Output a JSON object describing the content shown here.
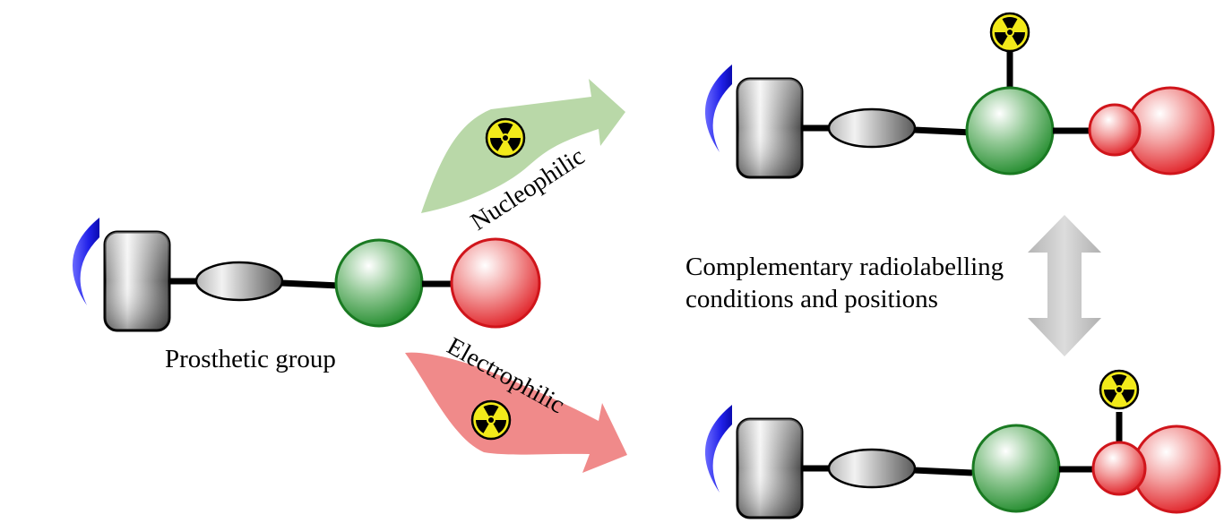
{
  "labels": {
    "prosthetic_group": "Prosthetic group",
    "nucleophilic": "Nucleophilic",
    "electrophilic": "Electrophilic",
    "complementary_line1": "Complementary radiolabelling",
    "complementary_line2": "conditions and positions"
  },
  "colors": {
    "nucleophilic_arrow": "#b9d8a8",
    "electrophilic_arrow": "#f08a8a",
    "double_arrow": "#c8c8c8",
    "vector_blue": "#1e1ee6",
    "linker_gray": "#7a7a7a",
    "green_ball": "#2e9a38",
    "red_ball": "#e8262c",
    "radioactive_yellow": "#f2ea1a"
  },
  "icons": [
    "radioactive-icon"
  ]
}
